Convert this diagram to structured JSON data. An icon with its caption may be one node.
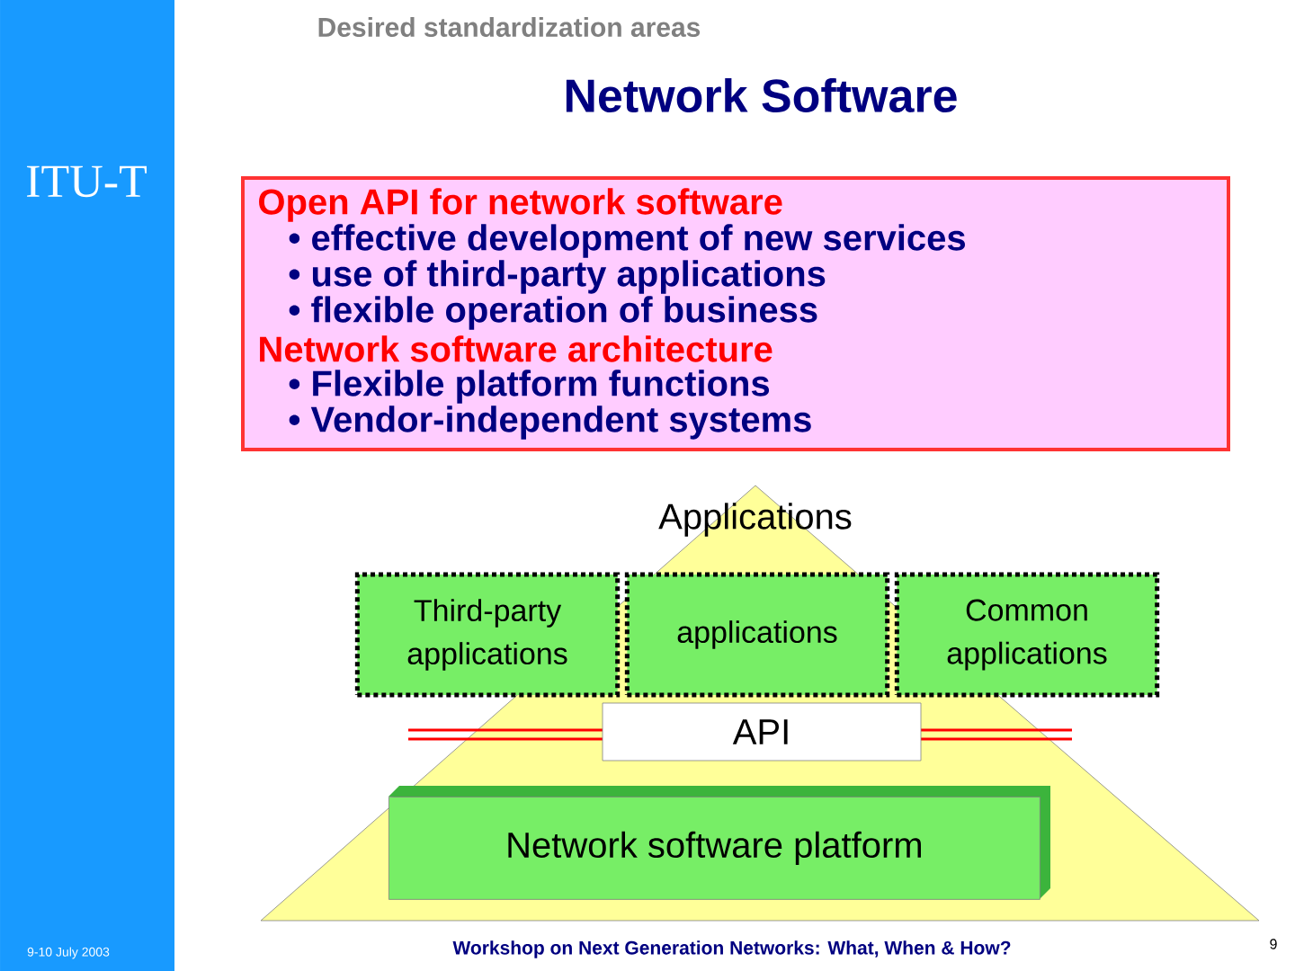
{
  "diagram": {
    "title": "Network Software",
    "nodes": [
      {
        "text": [
          "Open API for network software",
          "• effective development of new services",
          "• use of third-party applications",
          "• flexible operation of business",
          "Network software architecture",
          "• Flexible platform functions",
          "• Vendor-independent systems"
        ]
      },
      {
        "text": [
          "Applications"
        ]
      },
      {
        "text": [
          "Third-party applications"
        ],
        "in": 1
      },
      {
        "text": [
          "applications"
        ],
        "in": 1
      },
      {
        "text": [
          "Common applications"
        ],
        "in": 1
      },
      {
        "text": [
          "API"
        ],
        "in": 1
      },
      {
        "text": [
          "Network software platform"
        ],
        "in": 1
      }
    ],
    "labels": [
      "Desired standardization areas",
      "ITU-T",
      "9-10 July 2003",
      "Workshop on Next Generation Networks: What, When & How?",
      "9"
    ]
  }
}
